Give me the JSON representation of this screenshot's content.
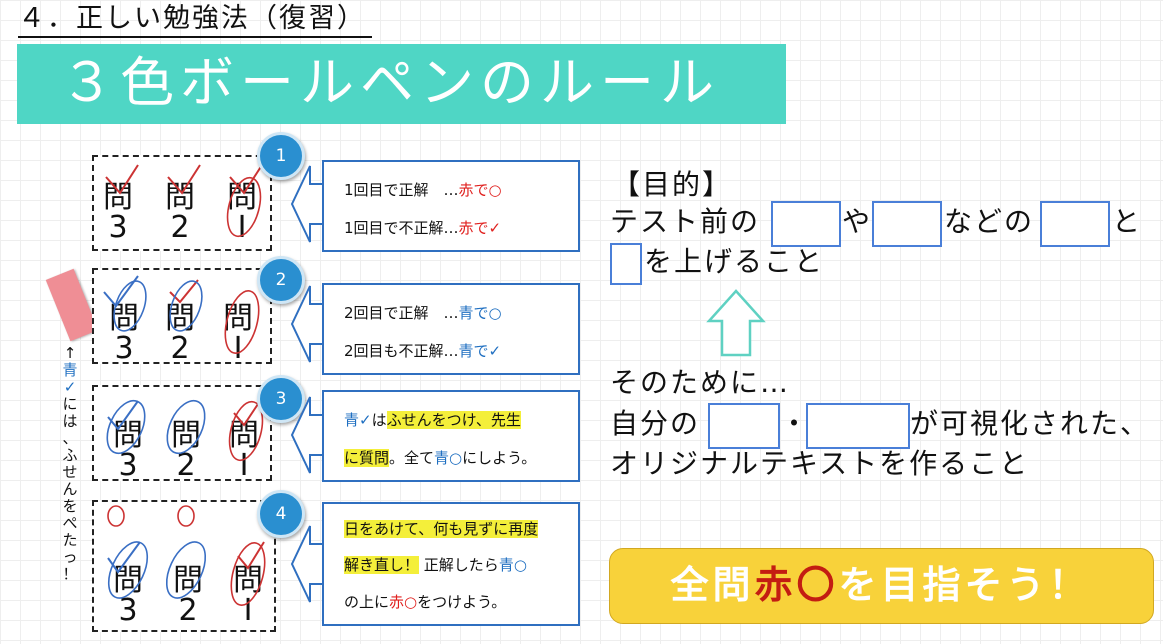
{
  "heading": "４．正しい勉強法（復習）",
  "banner_title": "３色ボールペンのルール",
  "card_labels": {
    "q": "問",
    "n3": "3",
    "n2": "2",
    "n1": "I"
  },
  "steps": [
    {
      "number": "1",
      "line1_a": "1回目で正解　…",
      "line1_b": "赤で○",
      "line2_a": "1回目で不正解…",
      "line2_b": "赤で✓"
    },
    {
      "number": "2",
      "line1_a": "2回目で正解　…",
      "line1_b": "青で○",
      "line2_a": "2回目も不正解…",
      "line2_b": "青で✓"
    },
    {
      "number": "3",
      "p1": "青✓",
      "p2": "は",
      "p3": "ふせんをつけ、先生",
      "p4": "に質問",
      "p5": "。全て",
      "p6": "青○",
      "p7": "にしよう。"
    },
    {
      "number": "4",
      "p1": "日をあけて、何も見ずに再度",
      "p2": "解き直し！",
      "p3": "正解したら",
      "p4": "青○",
      "p5": "の上に",
      "p6": "赤○",
      "p7": "をつけよう。"
    }
  ],
  "sidenote": {
    "arrow": "↑",
    "c1": "青",
    "c2": "✓",
    "c3": "に",
    "c4": "は",
    "c5": "、",
    "c6": "ふ",
    "c7": "せ",
    "c8": "ん",
    "c9": "を",
    "c10": "ぺ",
    "c11": "た",
    "c12": "っ",
    "c13": "！"
  },
  "purpose": {
    "title": "【目的】",
    "l1_a": "テスト前の",
    "l1_b": "や",
    "l1_c": "などの",
    "l1_d": "と",
    "l2": "を上げること",
    "means": "そのために…",
    "l4_a": "自分の",
    "l4_b": "・",
    "l4_c": "が可視化された、",
    "l5": "オリジナルテキストを作ること"
  },
  "goal": {
    "a": "全問",
    "b": "赤",
    "c": "〇",
    "d": "を目指そう！"
  },
  "colors": {
    "banner": "#4fd6c5",
    "badge": "#2a8fd0",
    "red": "#e0211f",
    "blue": "#1f6fc1",
    "goal": "#f8d23a",
    "highlight": "#f4ef3a"
  }
}
